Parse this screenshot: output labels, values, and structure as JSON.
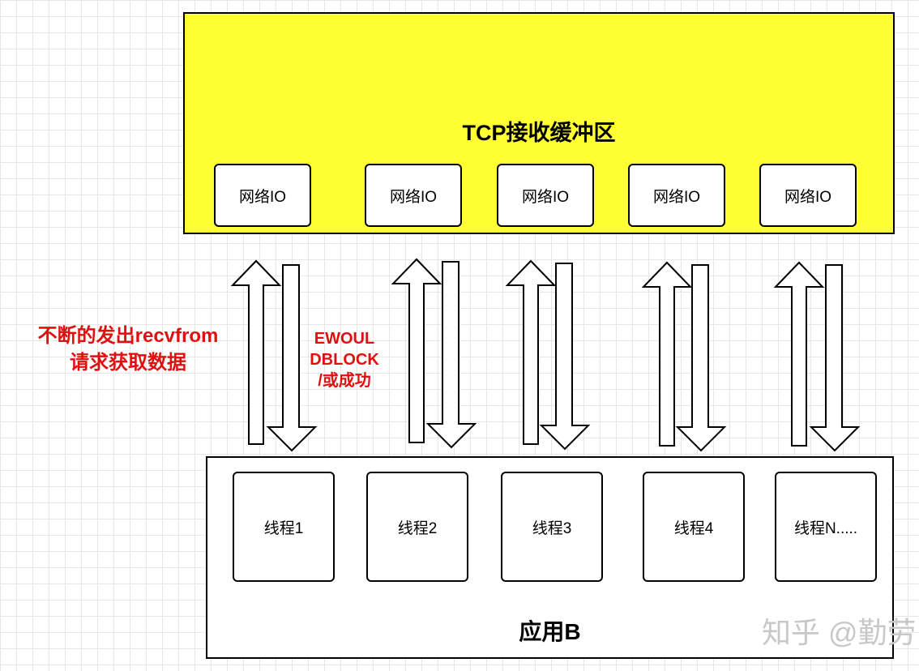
{
  "tcp_buffer": {
    "title": "TCP接收缓冲区",
    "io_boxes": [
      "网络IO",
      "网络IO",
      "网络IO",
      "网络IO",
      "网络IO"
    ]
  },
  "app": {
    "title": "应用B",
    "threads": [
      "线程1",
      "线程2",
      "线程3",
      "线程4",
      "线程N....."
    ]
  },
  "labels": {
    "request_line1": "不断的发出recvfrom",
    "request_line2": "请求获取数据",
    "return_line1": "EWOUL",
    "return_line2": "DBLOCK",
    "return_line3": "/或成功"
  },
  "watermark": "知乎 @勤劳",
  "colors": {
    "buffer_fill": "#ffff33",
    "label_red": "#e01010",
    "stroke": "#000000"
  },
  "icons": [
    "up-arrow-icon",
    "down-arrow-icon"
  ]
}
